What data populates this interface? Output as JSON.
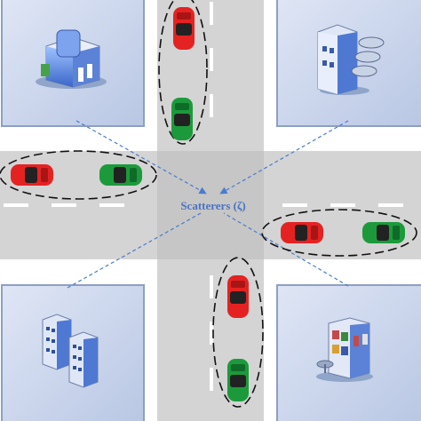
{
  "center_label": "Scatterers (ζ)",
  "colors": {
    "road": "#d4d4d4",
    "intersection": "#c6c6c6",
    "lane_mark": "#ffffff",
    "block_fill": "#c8d3ea",
    "block_border": "#8e9fc4",
    "label_text": "#4b73c2",
    "arrow": "#4a7bd0",
    "car_red": "#e52222",
    "car_green": "#1c9a3b"
  },
  "blocks": [
    {
      "id": "top-left",
      "building_icon": "office-building-icon"
    },
    {
      "id": "top-right",
      "building_icon": "satellite-tower-building-icon"
    },
    {
      "id": "bottom-left",
      "building_icon": "twin-tower-building-icon"
    },
    {
      "id": "bottom-right",
      "building_icon": "storefront-building-icon"
    }
  ],
  "vehicle_groups": [
    {
      "id": "north-vertical-group",
      "cars": [
        "red",
        "green"
      ]
    },
    {
      "id": "west-horizontal-group",
      "cars": [
        "red",
        "green"
      ]
    },
    {
      "id": "east-horizontal-group",
      "cars": [
        "red",
        "green"
      ]
    },
    {
      "id": "south-vertical-group",
      "cars": [
        "red",
        "green"
      ]
    }
  ]
}
